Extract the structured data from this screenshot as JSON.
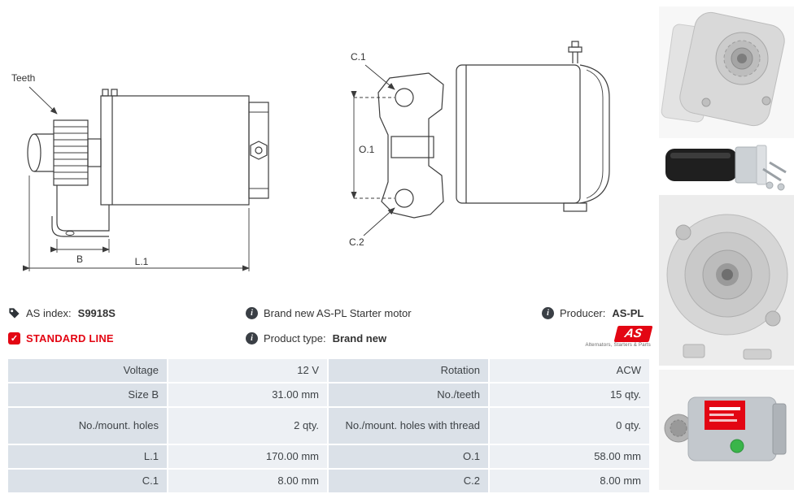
{
  "colors": {
    "accent": "#e30613"
  },
  "icons": {
    "info_glyph": "i",
    "check_glyph": "✓"
  },
  "diagram": {
    "teeth_label": "Teeth",
    "dim_b": "B",
    "dim_l1": "L.1",
    "dim_c1": "C.1",
    "dim_o1": "O.1",
    "dim_c2": "C.2"
  },
  "info": {
    "as_index": {
      "label": "AS index:",
      "value": "S9918S"
    },
    "standard_line": "STANDARD LINE",
    "brand_new": "Brand new AS-PL Starter motor",
    "product_type": {
      "label": "Product type:",
      "value": "Brand new"
    },
    "producer": {
      "label": "Producer:",
      "value": "AS-PL"
    },
    "logo": {
      "text": "AS",
      "tagline": "Alternators, Starters & Parts"
    }
  },
  "table": {
    "rows": [
      {
        "label1": "Voltage",
        "value1": "12 V",
        "label2": "Rotation",
        "value2": "ACW"
      },
      {
        "label1": "Size B",
        "value1": "31.00 mm",
        "label2": "No./teeth",
        "value2": "15 qty."
      },
      {
        "label1": "No./mount. holes",
        "value1": "2 qty.",
        "label2": "No./mount. holes with thread",
        "value2": "0 qty."
      },
      {
        "label1": "L.1",
        "value1": "170.00 mm",
        "label2": "O.1",
        "value2": "58.00 mm"
      },
      {
        "label1": "C.1",
        "value1": "8.00 mm",
        "label2": "C.2",
        "value2": "8.00 mm"
      }
    ]
  }
}
